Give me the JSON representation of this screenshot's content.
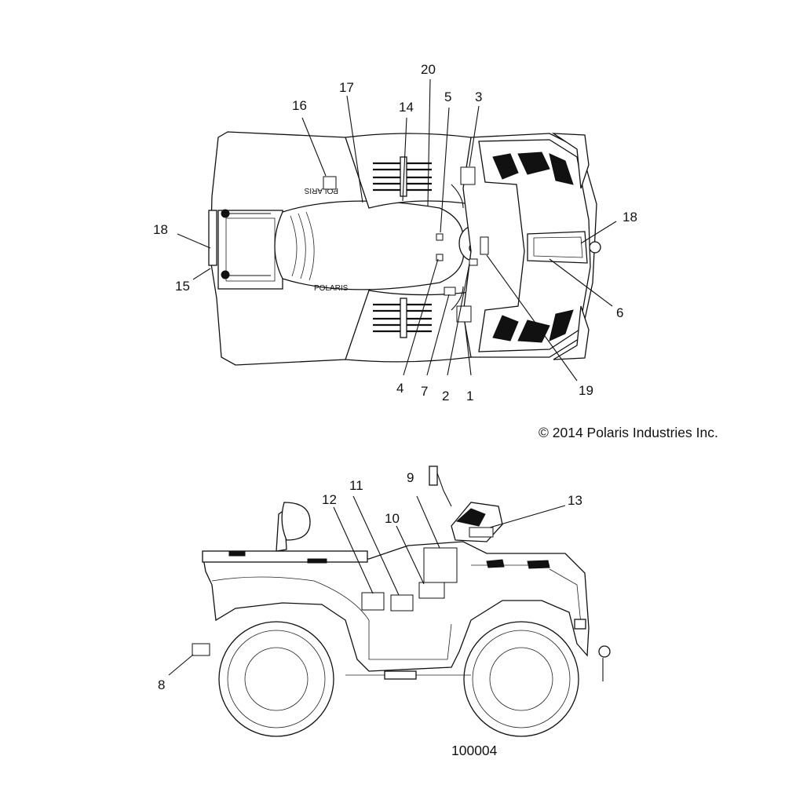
{
  "copyright": "© 2014 Polaris Industries Inc.",
  "part_number": "100004",
  "logo_top": "POLARIS",
  "logo_bottom": "POLARIS",
  "callouts": {
    "c1": "1",
    "c2": "2",
    "c3": "3",
    "c4": "4",
    "c5": "5",
    "c6": "6",
    "c7": "7",
    "c8": "8",
    "c9": "9",
    "c10": "10",
    "c11": "11",
    "c12": "12",
    "c13": "13",
    "c14": "14",
    "c15": "15",
    "c16": "16",
    "c17": "17",
    "c18a": "18",
    "c18b": "18",
    "c19": "19",
    "c20": "20"
  }
}
